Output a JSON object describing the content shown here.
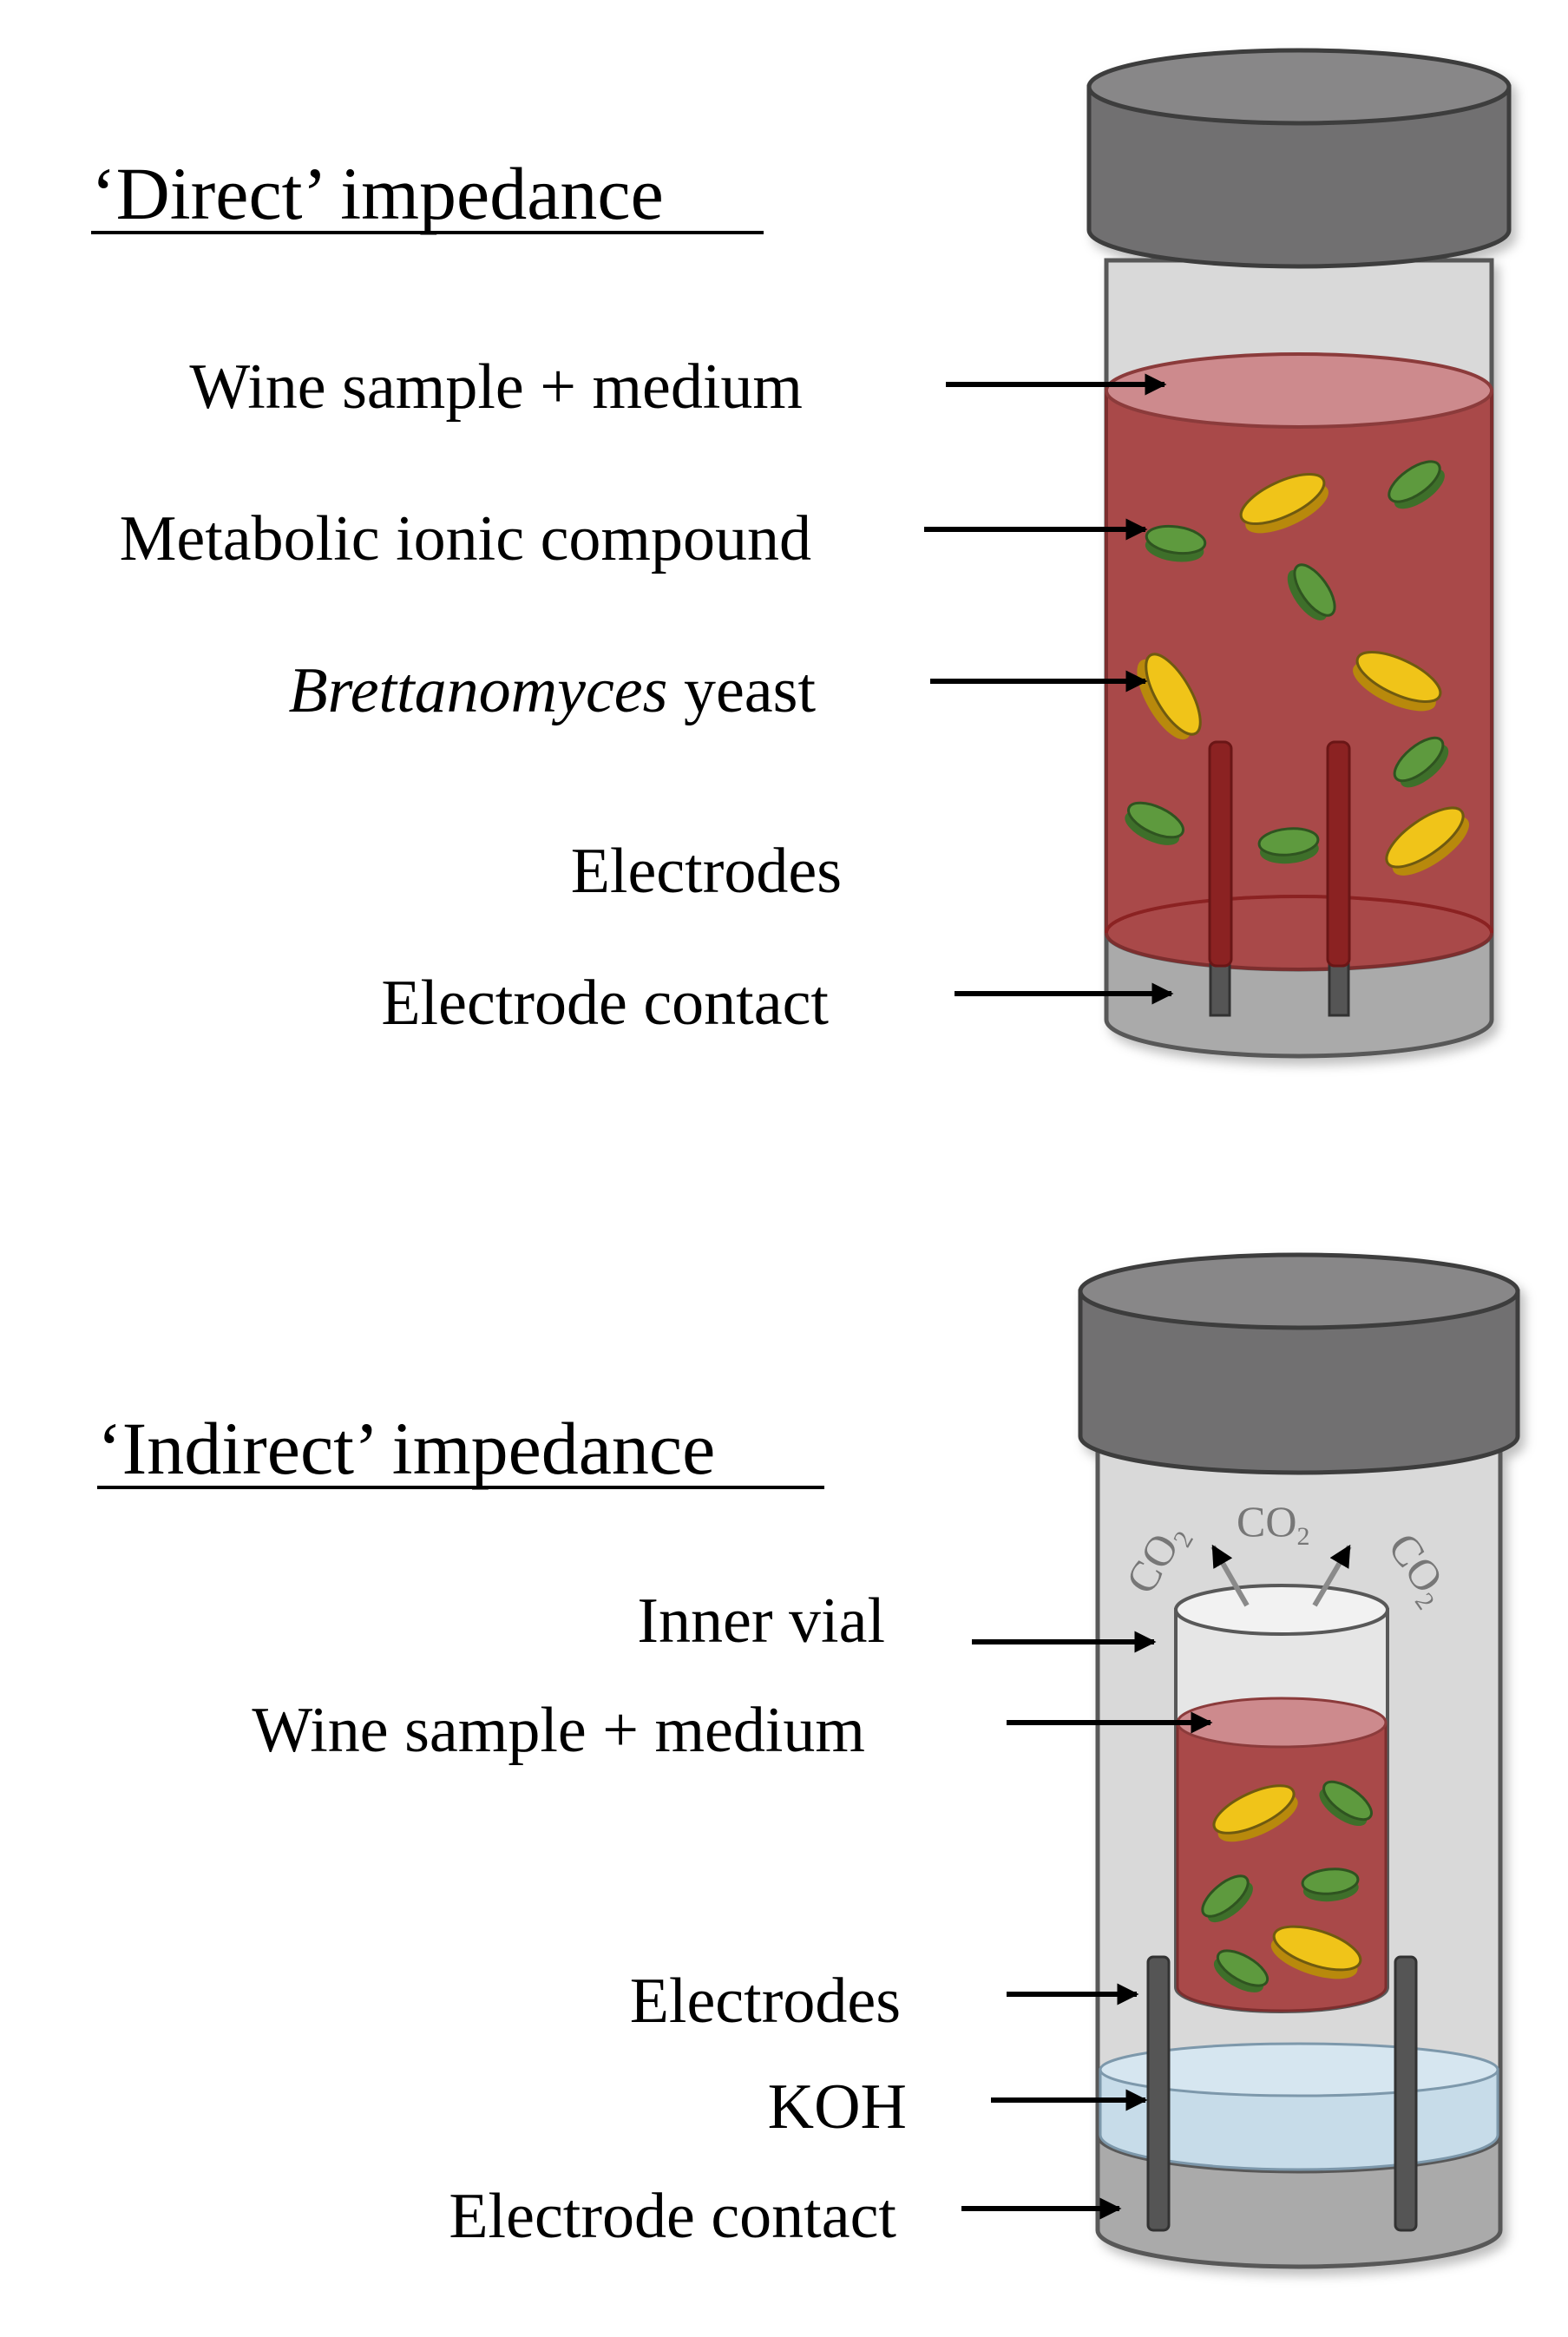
{
  "direct": {
    "title": "‘Direct’ impedance",
    "labels": {
      "wine": "Wine sample + medium",
      "metabolic": "Metabolic ionic compound",
      "yeast_italic": "Brettanomyces",
      "yeast_rest": " yeast",
      "electrodes": "Electrodes",
      "contact": "Electrode contact"
    }
  },
  "indirect": {
    "title": "‘Indirect’ impedance",
    "labels": {
      "inner_vial": "Inner vial",
      "wine": "Wine sample + medium",
      "electrodes": "Electrodes",
      "koh": "KOH",
      "contact": "Electrode contact"
    },
    "co2": {
      "main": "CO",
      "sub": "2"
    }
  },
  "colors": {
    "cap": "#717071",
    "cap_stroke": "#3c3c3c",
    "tube": "#d9d9d9",
    "tube_stroke": "#595959",
    "wine": "#a94a4a",
    "wine_surface": "#cd8a8d",
    "electrode": "#8b2020",
    "electrode_pin": "#555555",
    "koh": "#c7dce9",
    "cell_green": "#5e9a3e",
    "cell_yellow": "#f0c419"
  }
}
